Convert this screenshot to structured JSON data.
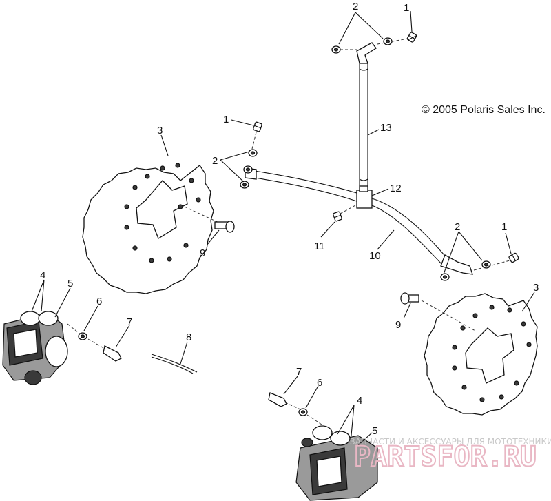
{
  "copyright": "© 2005 Polaris Sales Inc.",
  "callouts": {
    "c1a": "1",
    "c2a": "2",
    "c13": "13",
    "c1b": "1",
    "c2b": "2",
    "c3a": "3",
    "c9a": "9",
    "c12": "12",
    "c11": "11",
    "c10": "10",
    "c2c": "2",
    "c1c": "1",
    "c4a": "4",
    "c5a": "5",
    "c6a": "6",
    "c7a": "7",
    "c8": "8",
    "c3b": "3",
    "c9b": "9",
    "c7b": "7",
    "c6b": "6",
    "c4b": "4",
    "c5b": "5"
  },
  "watermark": {
    "tagline": "ЗАПЧАСТИ И АКСЕССУАРЫ ДЛЯ МОТОТЕХНИКИ",
    "brand": "PARTSFOR.RU"
  }
}
